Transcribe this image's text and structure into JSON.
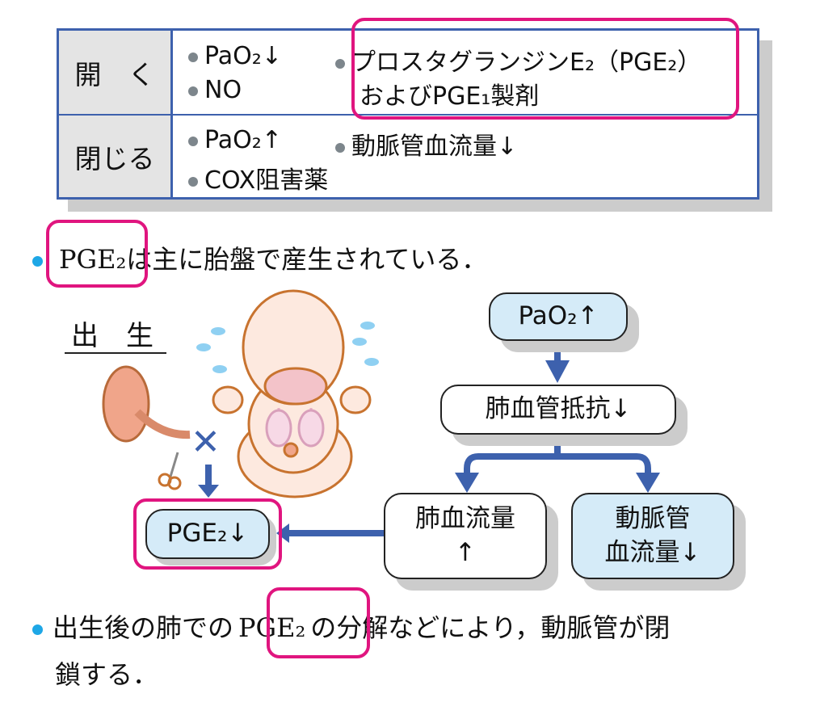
{
  "table": {
    "open": {
      "header": "開　く",
      "items": [
        "PaO₂↓",
        "NO",
        "プロスタグランジンE₂（PGE₂）",
        "およびPGE₁製剤"
      ]
    },
    "close": {
      "header": "閉じる",
      "items": [
        "PaO₂↑",
        "動脈管血流量↓",
        "COX阻害薬"
      ]
    }
  },
  "note1": {
    "highlight": "PGE₂",
    "rest": "は主に胎盤で産生されている．"
  },
  "birth_label": "出　生",
  "flow": {
    "pao2": "PaO₂↑",
    "pvr": "肺血管抵抗↓",
    "pulm_flow": [
      "肺血流量",
      "↑"
    ],
    "ductus_flow": [
      "動脈管",
      "血流量↓"
    ],
    "pge2": "PGE₂↓",
    "blocked": "✕"
  },
  "note2": {
    "before": "出生後の肺での",
    "highlight": "PGE₂",
    "after": "の分解などにより，動脈管が閉",
    "line2": "鎖する．"
  },
  "colors": {
    "accent_blue": "#3d61ad",
    "highlight_pink": "#e0157f",
    "box_blue": "#d5ebf8"
  }
}
